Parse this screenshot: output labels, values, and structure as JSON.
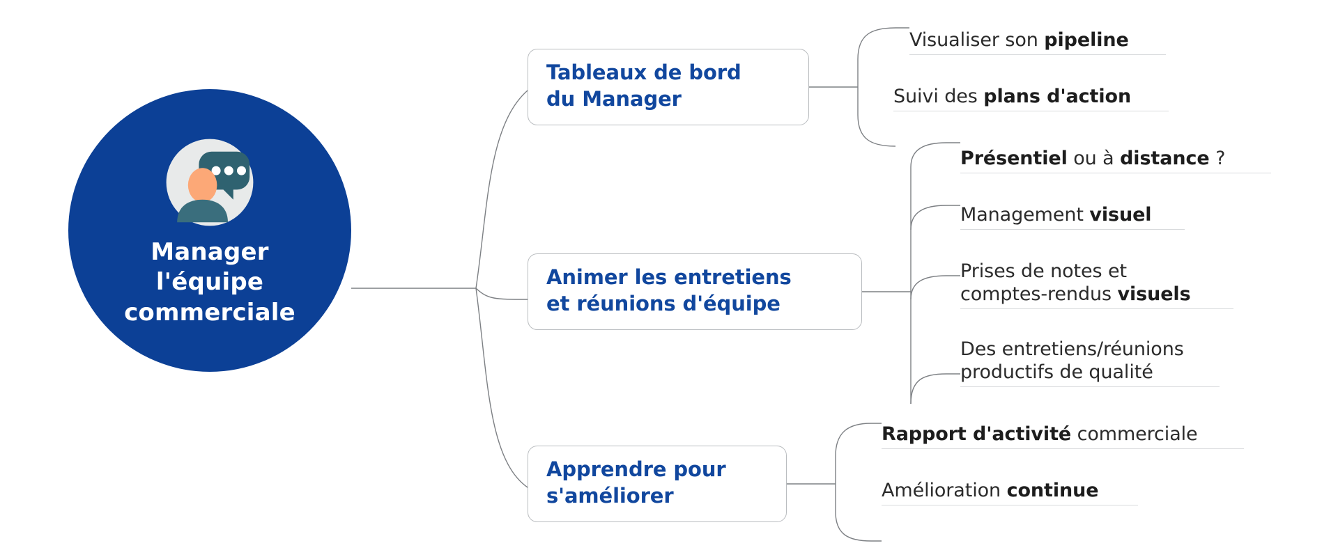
{
  "diagram": {
    "type": "mind-map",
    "title": "Manager l'équipe commerciale",
    "colors": {
      "root_fill": "#0c4096",
      "root_text": "#ffffff",
      "branch_text": "#11479e",
      "branch_border": "#b9bcbf",
      "leaf_text": "#2b2b2b",
      "leaf_underline": "#d8dadc",
      "connector": "#7d8084",
      "icon_circle": "#e8eaea",
      "icon_head": "#fca877",
      "icon_body": "#3a6e7d",
      "icon_bubble": "#2f6270",
      "icon_dot": "#ffffff"
    }
  },
  "root": {
    "label": "Manager\nl'équipe\ncommerciale",
    "icon": "person-speech-bubble-icon"
  },
  "branches": [
    {
      "label": "Tableaux de bord\ndu Manager",
      "leaves": [
        {
          "prefix": "Visualiser son ",
          "strong": "pipeline",
          "suffix": ""
        },
        {
          "prefix": "Suivi des ",
          "strong": "plans d'action",
          "suffix": ""
        }
      ]
    },
    {
      "label": "Animer les entretiens\net réunions d'équipe",
      "leaves": [
        {
          "prefix": "",
          "strong": "Présentiel",
          "middle": " ou à ",
          "strong2": "distance",
          "suffix": " ?"
        },
        {
          "prefix": "Management ",
          "strong": "visuel",
          "suffix": ""
        },
        {
          "prefix": "Prises de notes et\ncomptes-rendus ",
          "strong": "visuels",
          "suffix": ""
        },
        {
          "prefix": "Des entretiens/réunions\nproductifs de qualité",
          "strong": "",
          "suffix": ""
        }
      ]
    },
    {
      "label": "Apprendre pour\ns'améliorer",
      "leaves": [
        {
          "prefix": "",
          "strong": "Rapport d'activité",
          "middle": " commerciale",
          "suffix": ""
        },
        {
          "prefix": "Amélioration ",
          "strong": "continue",
          "suffix": ""
        }
      ]
    }
  ]
}
